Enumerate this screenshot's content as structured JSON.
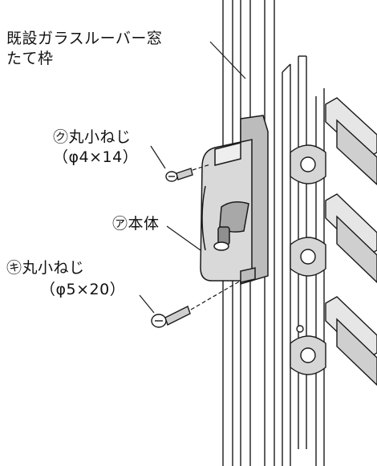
{
  "labels": {
    "frame_line1": "既設ガラスルーバー窓",
    "frame_line2": "たて枠",
    "screw_small_name": "㋗丸小ねじ",
    "screw_small_size": "（φ4×14）",
    "body_name": "㋐本体",
    "screw_large_name": "㋖丸小ねじ",
    "screw_large_size": "（φ5×20）"
  },
  "colors": {
    "line": "#1a1a1a",
    "body_fill": "#d9d9d9",
    "body_shade": "#b5b5b5",
    "louver_fill": "#cfcfcf"
  }
}
